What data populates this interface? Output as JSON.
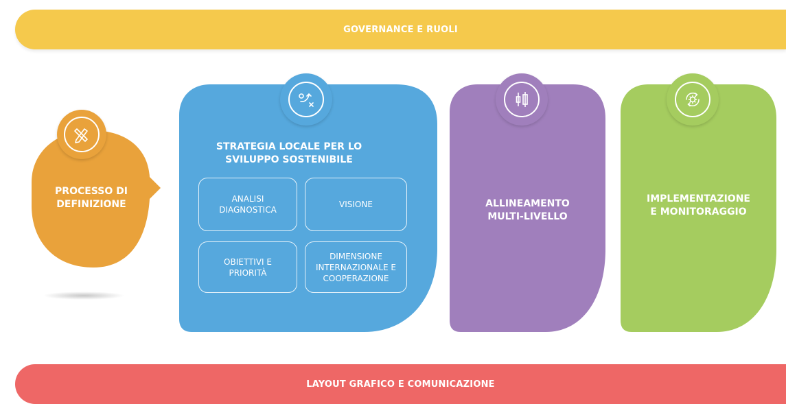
{
  "top_bar": {
    "label": "GOVERNANCE E RUOLI"
  },
  "bottom_bar": {
    "label": "LAYOUT GRAFICO E COMUNICAZIONE"
  },
  "definition": {
    "title_line1": "PROCESSO DI",
    "title_line2": "DEFINIZIONE",
    "icon": "pencil-ruler-icon"
  },
  "strategy": {
    "title_line1": "STRATEGIA LOCALE PER LO",
    "title_line2": "SVILUPPO SOSTENIBILE",
    "icon": "strategy-path-icon",
    "items": [
      {
        "line1": "ANALISI",
        "line2": "DIAGNOSTICA",
        "line3": ""
      },
      {
        "line1": "VISIONE",
        "line2": "",
        "line3": ""
      },
      {
        "line1": "OBIETTIVI E",
        "line2": "PRIORITÀ",
        "line3": ""
      },
      {
        "line1": "DIMENSIONE",
        "line2": "INTERNAZIONALE E",
        "line3": "COOPERAZIONE"
      }
    ]
  },
  "alignment": {
    "title_line1": "ALLINEAMENTO",
    "title_line2": "MULTI-LIVELLO",
    "icon": "candlestick-icon"
  },
  "implementation": {
    "title_line1": "IMPLEMENTAZIONE",
    "title_line2": "E MONITORAGGIO",
    "icon": "gear-cycle-icon"
  },
  "colors": {
    "yellow": "#F5C94C",
    "orange": "#E9A23B",
    "blue": "#56A8DD",
    "purple": "#A07FBC",
    "green": "#A5CC5F",
    "red": "#EE6766"
  }
}
